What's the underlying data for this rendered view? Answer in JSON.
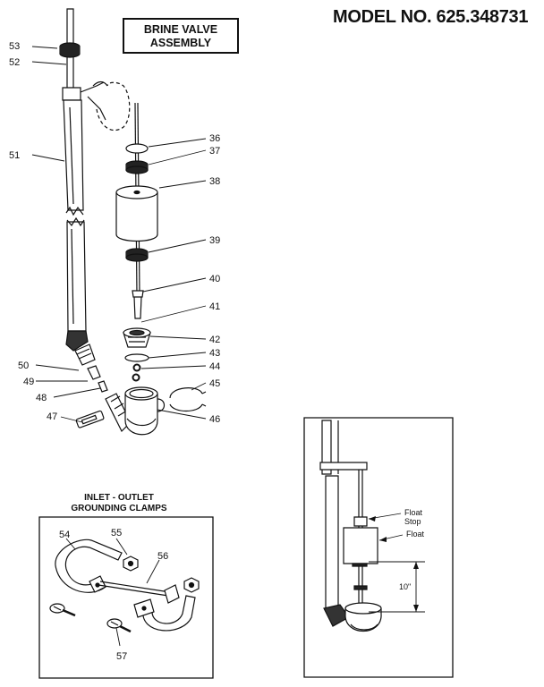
{
  "title": {
    "line1": "BRINE VALVE",
    "line2": "ASSEMBLY",
    "model": "MODEL NO. 625.348731"
  },
  "clamps": {
    "title_line1": "INLET - OUTLET",
    "title_line2": "GROUNDING CLAMPS"
  },
  "callouts": {
    "p36": "36",
    "p37": "37",
    "p38": "38",
    "p39": "39",
    "p40": "40",
    "p41": "41",
    "p42": "42",
    "p43": "43",
    "p44": "44",
    "p45": "45",
    "p46": "46",
    "p47": "47",
    "p48": "48",
    "p49": "49",
    "p50": "50",
    "p51": "51",
    "p52": "52",
    "p53": "53",
    "p54": "54",
    "p55": "55",
    "p56": "56",
    "p57": "57"
  },
  "inset": {
    "float_stop_line1": "Float",
    "float_stop_line2": "Stop",
    "float": "Float",
    "dimension": "10\""
  }
}
